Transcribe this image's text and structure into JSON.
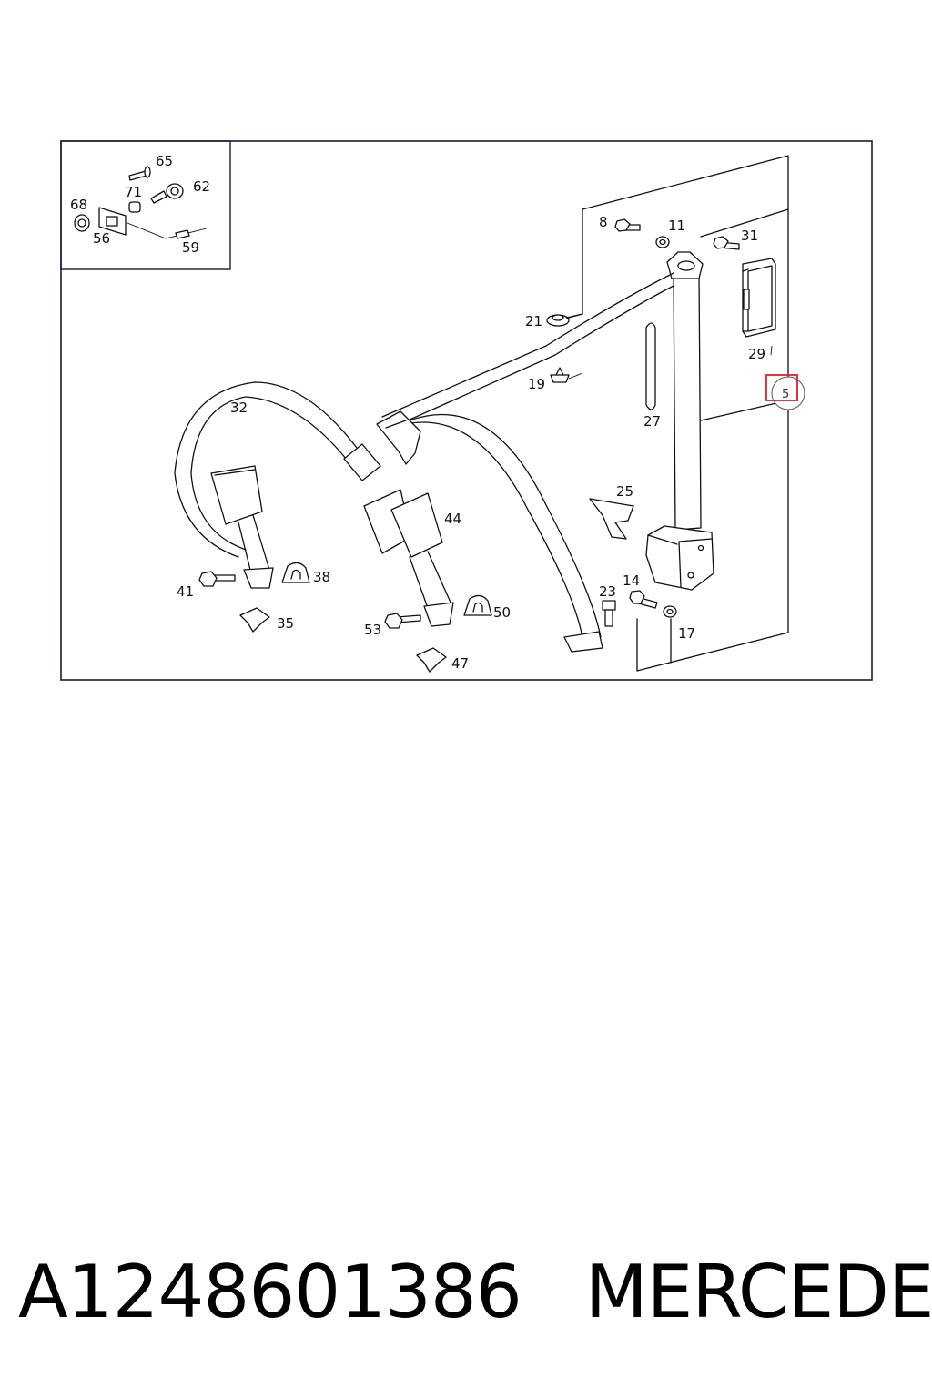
{
  "diagram": {
    "callouts": {
      "p65": "65",
      "p71": "71",
      "p62": "62",
      "p68": "68",
      "p56": "56",
      "p59": "59",
      "p8": "8",
      "p11": "11",
      "p31": "31",
      "p21": "21",
      "p29": "29",
      "p19": "19",
      "p5": "5",
      "p32": "32",
      "p27": "27",
      "p25": "25",
      "p44": "44",
      "p14": "14",
      "p23": "23",
      "p38": "38",
      "p41": "41",
      "p17": "17",
      "p50": "50",
      "p35": "35",
      "p53": "53",
      "p47": "47"
    },
    "highlighted_callout": "5",
    "highlight_color": "#e0202a"
  },
  "caption": {
    "part_number": "A1248601386",
    "brand": "MERCEDES"
  }
}
